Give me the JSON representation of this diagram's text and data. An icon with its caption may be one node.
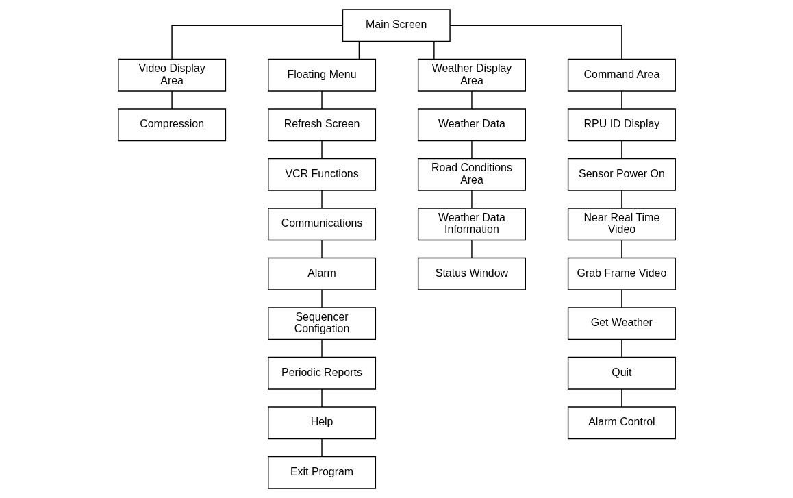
{
  "diagram": {
    "nodes": [
      {
        "text": [
          "Main Screen"
        ]
      },
      {
        "text": [
          "Video Display Area"
        ]
      },
      {
        "text": [
          "Compression"
        ]
      },
      {
        "text": [
          "Floating Menu"
        ]
      },
      {
        "text": [
          "Refresh Screen"
        ]
      },
      {
        "text": [
          "VCR Functions"
        ]
      },
      {
        "text": [
          "Communications"
        ]
      },
      {
        "text": [
          "Alarm"
        ]
      },
      {
        "text": [
          "Sequencer Configation"
        ]
      },
      {
        "text": [
          "Periodic Reports"
        ]
      },
      {
        "text": [
          "Help"
        ]
      },
      {
        "text": [
          "Exit Program"
        ]
      },
      {
        "text": [
          "Weather Display Area"
        ]
      },
      {
        "text": [
          "Weather Data"
        ]
      },
      {
        "text": [
          "Road Conditions Area"
        ]
      },
      {
        "text": [
          "Weather Data Information"
        ]
      },
      {
        "text": [
          "Status Window"
        ]
      },
      {
        "text": [
          "Command Area"
        ]
      },
      {
        "text": [
          "RPU ID Display"
        ]
      },
      {
        "text": [
          "Sensor Power On"
        ]
      },
      {
        "text": [
          "Near Real Time Video"
        ]
      },
      {
        "text": [
          "Grab Frame Video"
        ]
      },
      {
        "text": [
          "Get Weather"
        ]
      },
      {
        "text": [
          "Quit"
        ]
      },
      {
        "text": [
          "Alarm Control"
        ]
      }
    ],
    "edges": [
      {
        "from": 0,
        "to": 1,
        "arrow": "none"
      },
      {
        "from": 0,
        "to": 3,
        "arrow": "none"
      },
      {
        "from": 0,
        "to": 12,
        "arrow": "none"
      },
      {
        "from": 0,
        "to": 17,
        "arrow": "none"
      },
      {
        "from": 1,
        "to": 2,
        "arrow": "none"
      },
      {
        "from": 3,
        "to": 4,
        "arrow": "none"
      },
      {
        "from": 4,
        "to": 5,
        "arrow": "none"
      },
      {
        "from": 5,
        "to": 6,
        "arrow": "none"
      },
      {
        "from": 6,
        "to": 7,
        "arrow": "none"
      },
      {
        "from": 7,
        "to": 8,
        "arrow": "none"
      },
      {
        "from": 8,
        "to": 9,
        "arrow": "none"
      },
      {
        "from": 9,
        "to": 10,
        "arrow": "none"
      },
      {
        "from": 10,
        "to": 11,
        "arrow": "none"
      },
      {
        "from": 12,
        "to": 13,
        "arrow": "none"
      },
      {
        "from": 13,
        "to": 14,
        "arrow": "none"
      },
      {
        "from": 14,
        "to": 15,
        "arrow": "none"
      },
      {
        "from": 15,
        "to": 16,
        "arrow": "none"
      },
      {
        "from": 17,
        "to": 18,
        "arrow": "none"
      },
      {
        "from": 18,
        "to": 19,
        "arrow": "none"
      },
      {
        "from": 19,
        "to": 20,
        "arrow": "none"
      },
      {
        "from": 20,
        "to": 21,
        "arrow": "none"
      },
      {
        "from": 21,
        "to": 22,
        "arrow": "none"
      },
      {
        "from": 22,
        "to": 23,
        "arrow": "none"
      },
      {
        "from": 23,
        "to": 24,
        "arrow": "none"
      }
    ]
  }
}
